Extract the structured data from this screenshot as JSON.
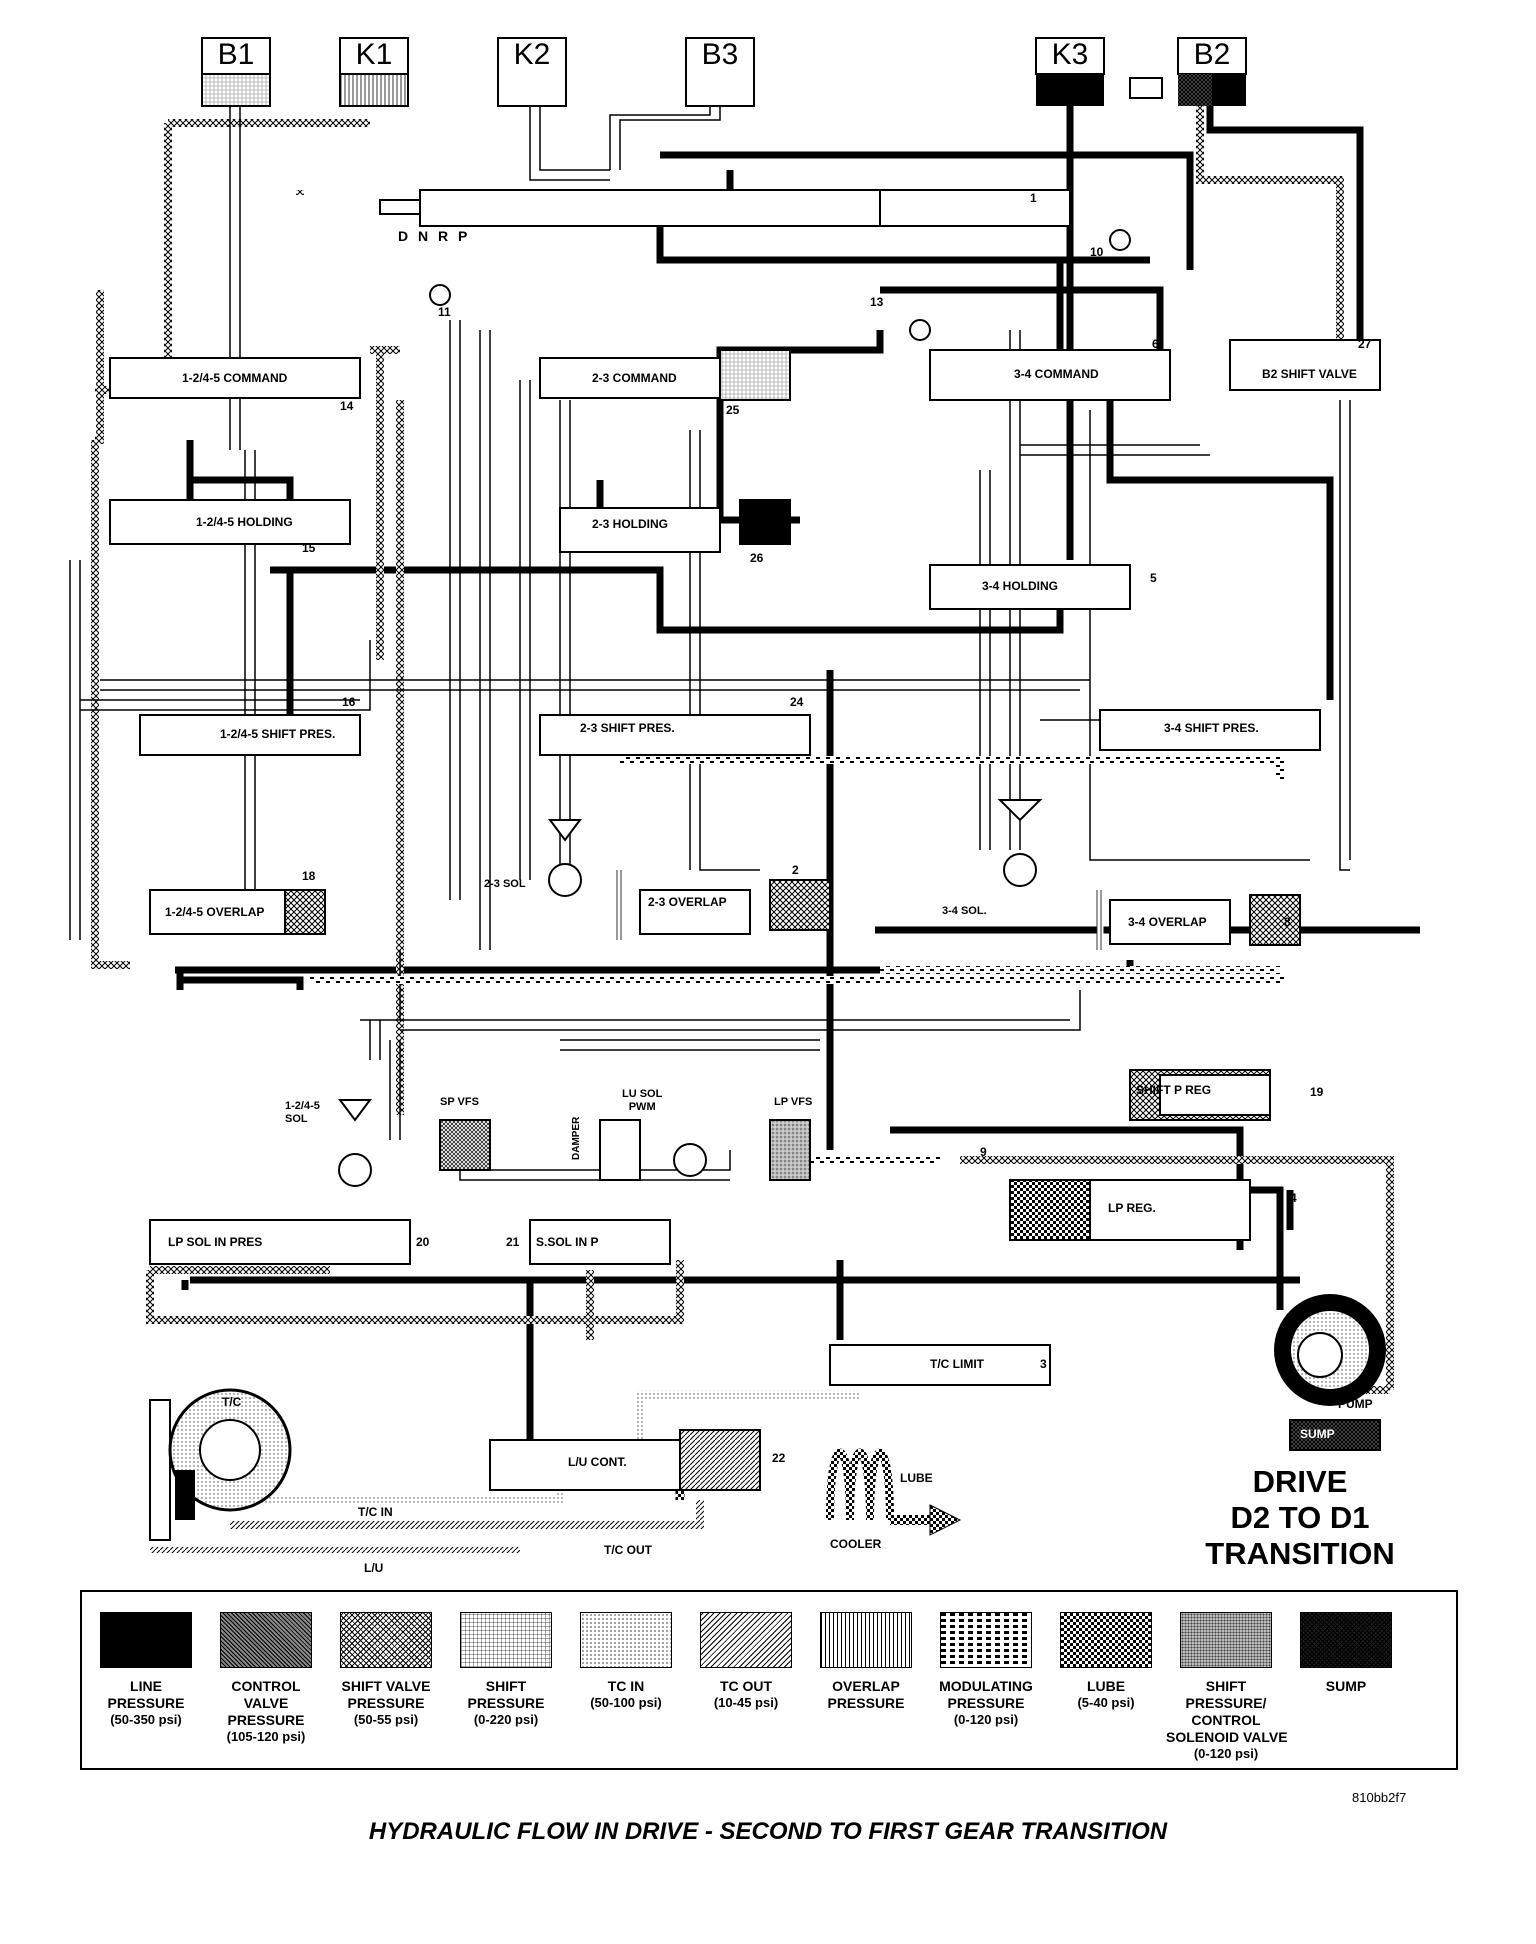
{
  "clutches": [
    "B1",
    "K1",
    "K2",
    "B3",
    "K3",
    "B2"
  ],
  "manual_valve": {
    "positions": "D  N  R  P"
  },
  "valve_labels": {
    "cmd_1245": "1-2/4-5 COMMAND",
    "cmd_23": "2-3 COMMAND",
    "cmd_34": "3-4 COMMAND",
    "b2_shift": "B2 SHIFT VALVE",
    "hold_1245": "1-2/4-5 HOLDING",
    "hold_23": "2-3 HOLDING",
    "hold_34": "3-4 HOLDING",
    "sp_1245": "1-2/4-5 SHIFT PRES.",
    "sp_23": "2-3 SHIFT PRES.",
    "sp_34": "3-4 SHIFT PRES.",
    "ov_1245": "1-2/4-5 OVERLAP",
    "ov_23": "2-3 OVERLAP",
    "ov_34": "3-4 OVERLAP",
    "shift_p_reg": "SHIFT P REG",
    "lp_reg": "LP REG.",
    "lp_sol_in": "LP SOL IN PRES",
    "s_sol_in": "S.SOL IN P",
    "tc_limit": "T/C LIMIT",
    "lu_cont": "L/U CONT."
  },
  "solenoids": {
    "sol_1245": "1-2/4-5\nSOL",
    "sol_23": "2-3 SOL",
    "sol_34": "3-4 SOL.",
    "sp_vfs": "SP VFS",
    "lu_sol": "LU SOL\nPWM",
    "lp_vfs": "LP VFS",
    "damper": "DAMPER"
  },
  "numbers": [
    "1",
    "2",
    "3",
    "4",
    "5",
    "6",
    "8",
    "9",
    "10",
    "11",
    "13",
    "14",
    "15",
    "16",
    "18",
    "19",
    "20",
    "21",
    "22",
    "24",
    "25",
    "26",
    "27"
  ],
  "misc_labels": {
    "tc": "T/C",
    "tc_in": "T/C IN",
    "tc_out": "T/C OUT",
    "lu": "L/U",
    "cooler": "COOLER",
    "lube": "LUBE",
    "pump": "PUMP",
    "sump": "SUMP"
  },
  "title": {
    "line1": "DRIVE",
    "line2": "D2 TO D1",
    "line3": "TRANSITION"
  },
  "legend": [
    {
      "label": "LINE\nPRESSURE",
      "psi": "(50-350 psi)",
      "pattern": "solid-black"
    },
    {
      "label": "CONTROL\nVALVE\nPRESSURE",
      "psi": "(105-120 psi)",
      "pattern": "crosshatch-dense"
    },
    {
      "label": "SHIFT VALVE\nPRESSURE",
      "psi": "(50-55 psi)",
      "pattern": "crosshatch-fine"
    },
    {
      "label": "SHIFT\nPRESSURE",
      "psi": "(0-220 psi)",
      "pattern": "grid-light"
    },
    {
      "label": "TC IN",
      "psi": "(50-100 psi)",
      "pattern": "dots-fine"
    },
    {
      "label": "TC OUT",
      "psi": "(10-45 psi)",
      "pattern": "diagonal"
    },
    {
      "label": "OVERLAP\nPRESSURE",
      "psi": "",
      "pattern": "vertical-lines"
    },
    {
      "label": "MODULATING\nPRESSURE",
      "psi": "(0-120 psi)",
      "pattern": "dashes"
    },
    {
      "label": "LUBE",
      "psi": "(5-40 psi)",
      "pattern": "checker"
    },
    {
      "label": "SHIFT\nPRESSURE/\nCONTROL\nSOLENOID VALVE",
      "psi": "(0-120 psi)",
      "pattern": "stipple"
    },
    {
      "label": "SUMP",
      "psi": "",
      "pattern": "dark-crosshatch"
    }
  ],
  "figure_id": "810bb2f7",
  "caption": "HYDRAULIC FLOW IN DRIVE - SECOND TO FIRST GEAR TRANSITION"
}
